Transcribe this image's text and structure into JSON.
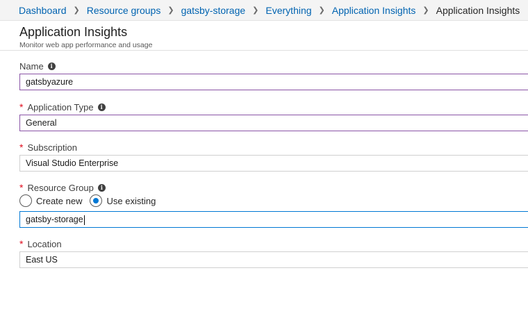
{
  "breadcrumb": {
    "items": [
      "Dashboard",
      "Resource groups",
      "gatsby-storage",
      "Everything",
      "Application Insights"
    ],
    "current": "Application Insights",
    "separator": ">"
  },
  "blade": {
    "title": "Application Insights",
    "subtitle": "Monitor web app performance and usage"
  },
  "form": {
    "name": {
      "label": "Name",
      "value": "gatsbyazure",
      "required": false
    },
    "application_type": {
      "label": "Application Type",
      "value": "General",
      "required": true
    },
    "subscription": {
      "label": "Subscription",
      "value": "Visual Studio Enterprise",
      "required": true
    },
    "resource_group": {
      "label": "Resource Group",
      "required": true,
      "options": [
        "Create new",
        "Use existing"
      ],
      "selected": "Use existing",
      "value": "gatsby-storage"
    },
    "location": {
      "label": "Location",
      "value": "East US",
      "required": true
    },
    "required_marker": "*",
    "info_glyph": "i"
  },
  "colors": {
    "link": "#0063b1",
    "required": "#e00b1c",
    "validated_border": "#8a54a6",
    "focus_border": "#0078d4"
  }
}
